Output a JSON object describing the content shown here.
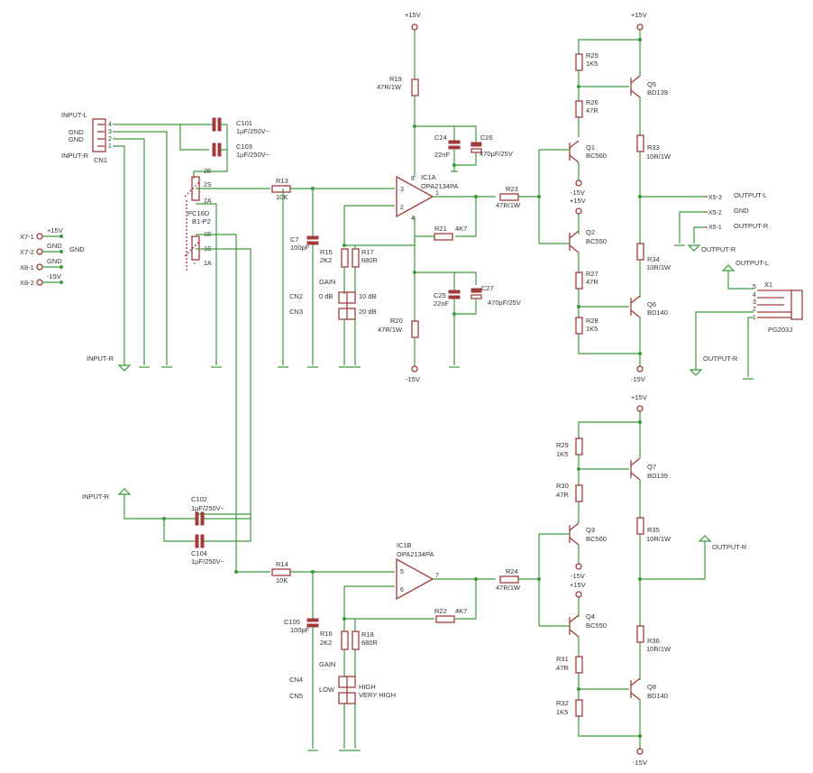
{
  "inputs": {
    "cn1": {
      "name": "CN1",
      "pins": [
        "4",
        "3",
        "2",
        "1"
      ],
      "labels": [
        "INPUT-L",
        "GND",
        "GND",
        "INPUT-R"
      ]
    },
    "x7_1": "X7-1",
    "x7_1_net": "+15V",
    "x7_2": "X7-2",
    "x7_2_net": "GND",
    "x7_2_net2": "GND",
    "x8_1": "X8-1",
    "x8_1_net": "GND",
    "x8_2": "X8-2",
    "x8_2_net": "-15V",
    "input_r_gnd": "INPUT-R",
    "input_r_top": "INPUT-R"
  },
  "caps_in": {
    "c101": {
      "name": "C101",
      "value": "1µF/250V~"
    },
    "c103": {
      "name": "C103",
      "value": "1µF/250V~"
    },
    "c102": {
      "name": "C102",
      "value": "1µF/250V~"
    },
    "c104": {
      "name": "C104",
      "value": "1µF/250V~"
    }
  },
  "pot": {
    "name": "PC16D",
    "value": "B1-P2",
    "pins": [
      "2E",
      "2S",
      "2A",
      "1E",
      "1S",
      "1A"
    ]
  },
  "upper": {
    "r13": {
      "name": "R13",
      "value": "10K"
    },
    "c7": {
      "name": "C7",
      "value": "100pF"
    },
    "r15": {
      "name": "R15",
      "value": "2K2"
    },
    "r17": {
      "name": "R17",
      "value": "680R"
    },
    "gain": "GAIN",
    "g0": "0 dB",
    "g10": "10 dB",
    "g20": "20 dB",
    "cn2": "CN2",
    "cn3": "CN3",
    "ic": "IC1A",
    "ic_type": "OPA2134PA",
    "pin2": "2",
    "pin3": "3",
    "pin1": "1",
    "pin4": "4",
    "pin8": "8",
    "r21": {
      "name": "R21",
      "value": "4K7"
    },
    "r19": {
      "name": "R19",
      "value": "47R/1W"
    },
    "r20": {
      "name": "R20",
      "value": "47R/1W"
    },
    "c24": {
      "name": "C24",
      "value": "22nF"
    },
    "c26": {
      "name": "C26",
      "value": "470µF/25V"
    },
    "c25": {
      "name": "C25",
      "value": "22nF"
    },
    "c27": {
      "name": "C27",
      "value": "470µF/25V"
    },
    "p15": "+15V",
    "m15": "-15V",
    "r23": {
      "name": "R23",
      "value": "47R/1W"
    }
  },
  "out_l": {
    "p15": "+15V",
    "r25": {
      "name": "R25",
      "value": "1K5"
    },
    "r26": {
      "name": "R26",
      "value": "47R"
    },
    "q5": {
      "name": "Q5",
      "value": "BD139"
    },
    "q1": {
      "name": "Q1",
      "value": "BC560"
    },
    "r33": {
      "name": "R33",
      "value": "10R/1W"
    },
    "q1_m15": "-15V",
    "q2_p15": "+15V",
    "q2": {
      "name": "Q2",
      "value": "BC550"
    },
    "r34": {
      "name": "R34",
      "value": "10R/1W"
    },
    "r27": {
      "name": "R27",
      "value": "47R"
    },
    "r28": {
      "name": "R28",
      "value": "1K5"
    },
    "q6": {
      "name": "Q6",
      "value": "BD140"
    },
    "m15": "-15V",
    "x5_3": "X5-3",
    "x5_2": "X5-2",
    "x5_1": "X5-1",
    "out_l": "OUTPUT-L",
    "gnd": "GND",
    "out_r": "OUTPUT-R",
    "out_r2": "OUTPUT-R",
    "out_l2": "OUTPUT-L",
    "x1": "X1",
    "jack": "PG203J",
    "out_r3": "OUTPUT-R",
    "jpins": [
      "5",
      "4",
      "3",
      "2",
      "1"
    ]
  },
  "lower": {
    "r14": {
      "name": "R14",
      "value": "10K"
    },
    "c105": {
      "name": "C105",
      "value": "100pF"
    },
    "r16": {
      "name": "R16",
      "value": "2K2"
    },
    "r18": {
      "name": "R18",
      "value": "680R"
    },
    "gain": "GAIN",
    "low": "LOW",
    "high": "HIGH",
    "vhigh": "VERY HIGH",
    "cn4": "CN4",
    "cn5": "CN5",
    "ic": "IC1B",
    "ic_type": "OPA2134PA",
    "pin6": "6",
    "pin5": "5",
    "pin7": "7",
    "r22": {
      "name": "R22",
      "value": "4K7"
    },
    "r24": {
      "name": "R24",
      "value": "47R/1W"
    }
  },
  "out_r": {
    "p15": "+15V",
    "r29": {
      "name": "R29",
      "value": "1K5"
    },
    "r30": {
      "name": "R30",
      "value": "47R"
    },
    "q7": {
      "name": "Q7",
      "value": "BD139"
    },
    "q3": {
      "name": "Q3",
      "value": "BC560"
    },
    "r35": {
      "name": "R35",
      "value": "10R/1W"
    },
    "out": "OUTPUT-R",
    "q3_m15": "-15V",
    "q4_p15": "+15V",
    "q4": {
      "name": "Q4",
      "value": "BC550"
    },
    "r36": {
      "name": "R36",
      "value": "10R/1W"
    },
    "r31": {
      "name": "R31",
      "value": "47R"
    },
    "r32": {
      "name": "R32",
      "value": "1K5"
    },
    "q8": {
      "name": "Q8",
      "value": "BD140"
    },
    "m15": "-15V"
  }
}
